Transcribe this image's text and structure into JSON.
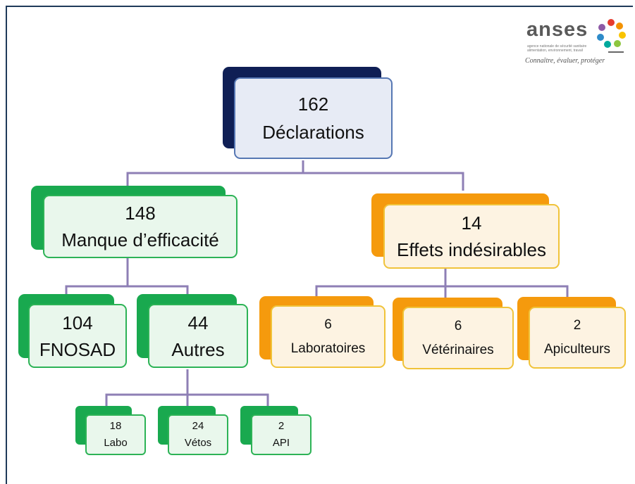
{
  "logo": {
    "word": "anses",
    "subtitle": "agence nationale de sécurité sanitaire alimentation, environnement, travail",
    "tagline": "Connaître, évaluer, protéger"
  },
  "root": {
    "value": "162",
    "label": "Déclarations",
    "color": "#0f1f55"
  },
  "level1": [
    {
      "value": "148",
      "label": "Manque d’efficacité",
      "color": "#19a94f"
    },
    {
      "value": "14",
      "label": "Effets indésirables",
      "color": "#f59a0d"
    }
  ],
  "efficacite_children": [
    {
      "value": "104",
      "label": "FNOSAD"
    },
    {
      "value": "44",
      "label": "Autres"
    }
  ],
  "autres_children": [
    {
      "value": "18",
      "label": "Labo"
    },
    {
      "value": "24",
      "label": "Vétos"
    },
    {
      "value": "2",
      "label": "API"
    }
  ],
  "effets_children": [
    {
      "value": "6",
      "label": "Laboratoires"
    },
    {
      "value": "6",
      "label": "Vétérinaires"
    },
    {
      "value": "2",
      "label": "Apiculteurs"
    }
  ],
  "connector_color": "#8e7fb5"
}
